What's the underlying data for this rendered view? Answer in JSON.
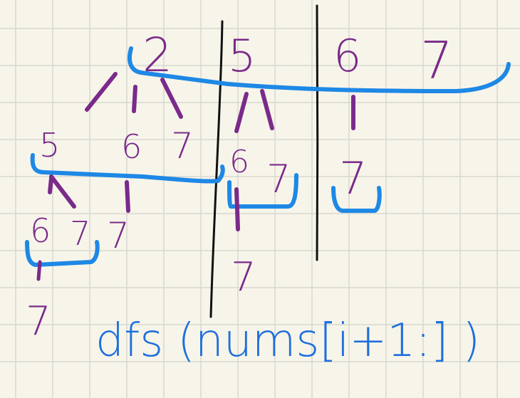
{
  "colors": {
    "background": "#f7f5ea",
    "grid": "#d9d8cf",
    "digit_ink": "#7a2a8a",
    "bracket_ink": "#1e88e5",
    "divider_ink": "#111111",
    "caption_ink": "#1e6fdc"
  },
  "tree": {
    "root_row": [
      "2",
      "5",
      "6",
      "7"
    ],
    "under_2": [
      "5",
      "6",
      "7"
    ],
    "under_5": [
      "6",
      "7"
    ],
    "under_6": [
      "7"
    ],
    "under_2_5": [
      "6",
      "7",
      "7"
    ],
    "under_5_6": [
      "7"
    ],
    "leaf": [
      "7"
    ]
  },
  "caption": "dfs (nums[i+1:] )"
}
